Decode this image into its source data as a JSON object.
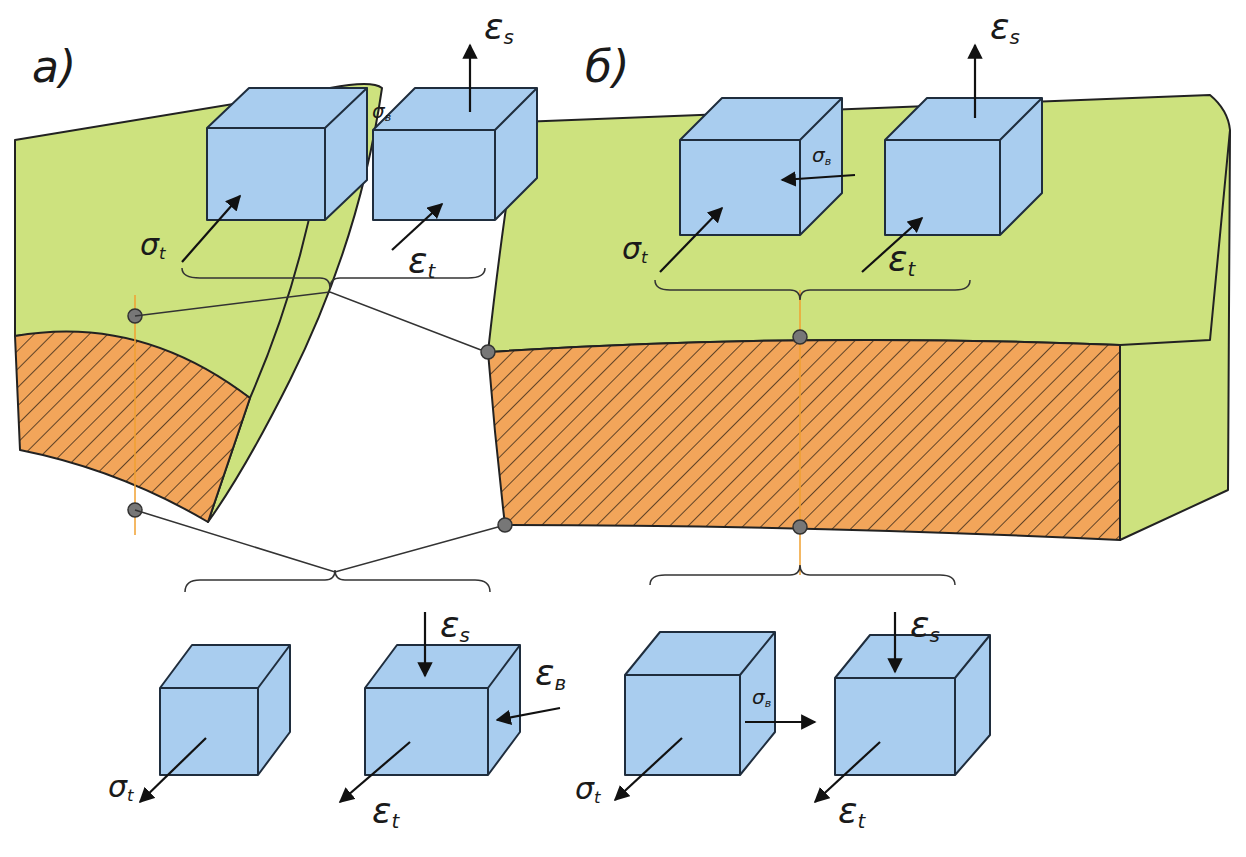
{
  "diagram": {
    "labels": [
      "а)",
      "σв",
      "σt",
      "εs",
      "εt",
      "б)",
      "σв",
      "σt",
      "εs",
      "εt",
      "εs",
      "εв",
      "σt",
      "εt",
      "σв",
      "εs",
      "σt",
      "εt"
    ]
  }
}
